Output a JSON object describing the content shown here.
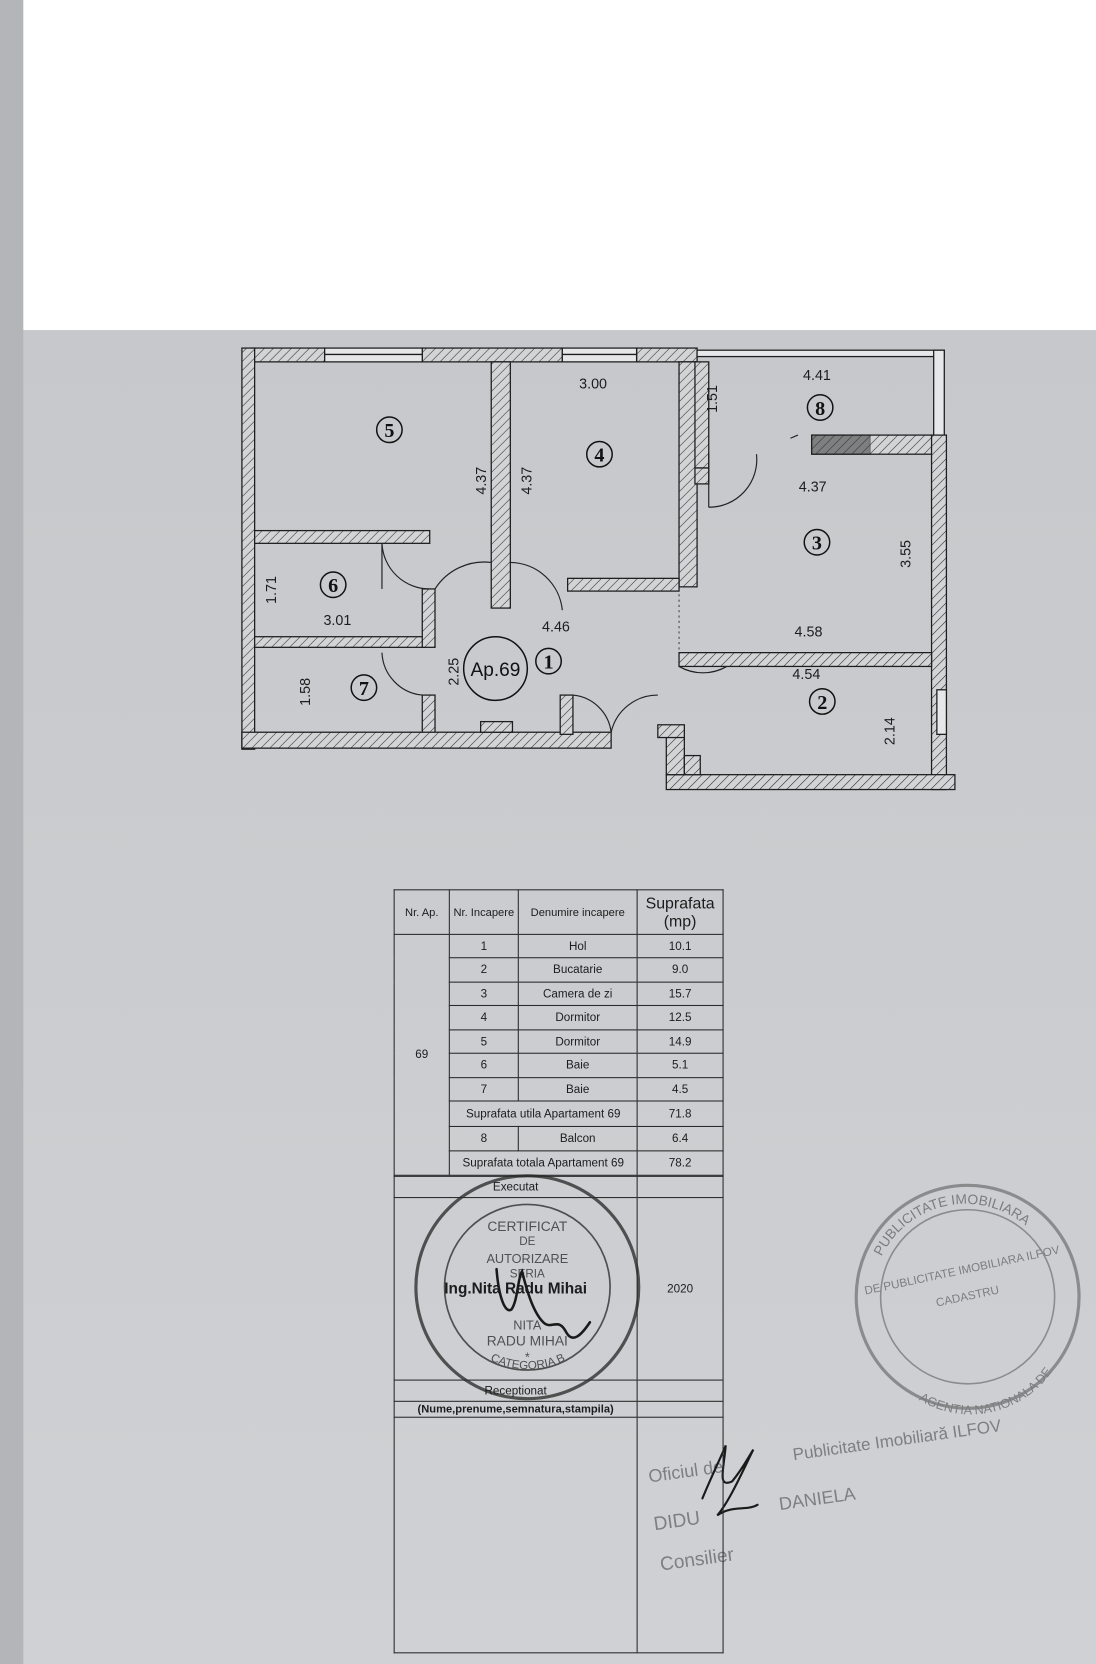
{
  "plan": {
    "apartment": "Ap.69",
    "rooms": [
      "1",
      "2",
      "3",
      "4",
      "5",
      "6",
      "7",
      "8"
    ],
    "dimensions": [
      "3.00",
      "4.41",
      "1.51",
      "4.37",
      "4.37",
      "4.37",
      "3.55",
      "4.58",
      "4.46",
      "2.25",
      "1.71",
      "3.01",
      "1.58",
      "4.54",
      "2.14"
    ]
  },
  "table": {
    "header": {
      "nr_ap": "Nr. Ap.",
      "nr_incapere": "Nr. Incapere",
      "denumire": "Denumire incapere",
      "suprafata": "Suprafata (mp)"
    },
    "nr_ap": "69",
    "rooms": [
      {
        "nr": "1",
        "name": "Hol",
        "area": "10.1"
      },
      {
        "nr": "2",
        "name": "Bucatarie",
        "area": "9.0"
      },
      {
        "nr": "3",
        "name": "Camera de zi",
        "area": "15.7"
      },
      {
        "nr": "4",
        "name": "Dormitor",
        "area": "12.5"
      },
      {
        "nr": "5",
        "name": "Dormitor",
        "area": "14.9"
      },
      {
        "nr": "6",
        "name": "Baie",
        "area": "5.1"
      },
      {
        "nr": "7",
        "name": "Baie",
        "area": "4.5"
      }
    ],
    "utila": {
      "label": "Suprafata utila Apartament 69",
      "value": "71.8"
    },
    "balcon": {
      "nr": "8",
      "name": "Balcon",
      "area": "6.4"
    },
    "totala": {
      "label": "Suprafata totala Apartament 69",
      "value": "78.2"
    }
  },
  "executat": {
    "label": "Executat",
    "engineer": "Ing.Nita Radu Mihai",
    "year": "2020"
  },
  "receptionat": {
    "label": "Receptionat",
    "note": "(Nume,prenume,semnatura,stampila)"
  },
  "office": {
    "line1": "Oficiul de",
    "line2": "Publicitate Imobiliară ILFOV",
    "line3": "DIDU",
    "line4": "DANIELA",
    "line5": "Consilier"
  },
  "stamps": {
    "certificate": [
      "CERTIFICAT",
      "DE",
      "AUTORIZARE",
      "SERIA",
      "NITA",
      "RADU MIHAI",
      "CATEGORIA B"
    ],
    "ocpi": [
      "PUBLICITATE IMOBILIARA",
      "DE PUBLICITATE IMOBILIARA ILFOV",
      "AGENTIA NATIONALA DE",
      "CADASTRU"
    ]
  },
  "colors": {
    "paper": "#c7c9cc",
    "ink": "#1c1c1c",
    "stamp": "#3a3a3a"
  }
}
